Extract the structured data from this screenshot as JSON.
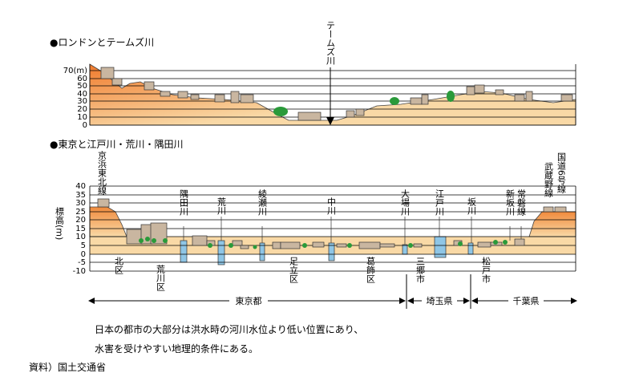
{
  "london": {
    "heading": "●ロンドンとテームズ川",
    "river_label": "テームズ川",
    "axis_unit": "70(m)",
    "ticks": [
      "60",
      "50",
      "40",
      "30",
      "20",
      "10",
      "0"
    ]
  },
  "tokyo": {
    "heading": "●東京と江戸川・荒川・隅田川",
    "ylabel": "標高(m)",
    "ticks": [
      "40",
      "35",
      "30",
      "25",
      "20",
      "15",
      "10",
      "5",
      "0",
      "-5",
      "-10"
    ],
    "vertical_labels": {
      "keihin": "京浜東北線",
      "sumida": "隅田川",
      "arakawa": "荒川",
      "ayase": "綾瀬川",
      "naka": "中川",
      "oba": "大場川",
      "edo": "江戸川",
      "saka": "坂川",
      "shinsaka": "新坂川",
      "joban": "常磐線",
      "musashino": "武蔵野線",
      "kokudo": "国道6号線"
    },
    "ward_labels": {
      "kita": "北区",
      "arakawa_ku": "荒川区",
      "adachi": "足立区",
      "katsushika": "葛飾区",
      "misato": "三郷市",
      "matsudo": "松戸市"
    },
    "regions": {
      "tokyo": "東京都",
      "saitama": "埼玉県",
      "chiba": "千葉県"
    }
  },
  "caption": {
    "line1": "日本の都市の大部分は洪水時の河川水位より低い位置にあり、",
    "line2": "水害を受けやすい地理的条件にある。",
    "source": "資料）国土交通省"
  },
  "colors": {
    "ground": "#f9d9a6",
    "ground_hill": "#f08a3c",
    "water": "#8fc6e6",
    "green": "#2a9a3a",
    "building": "#c9b6a0"
  }
}
